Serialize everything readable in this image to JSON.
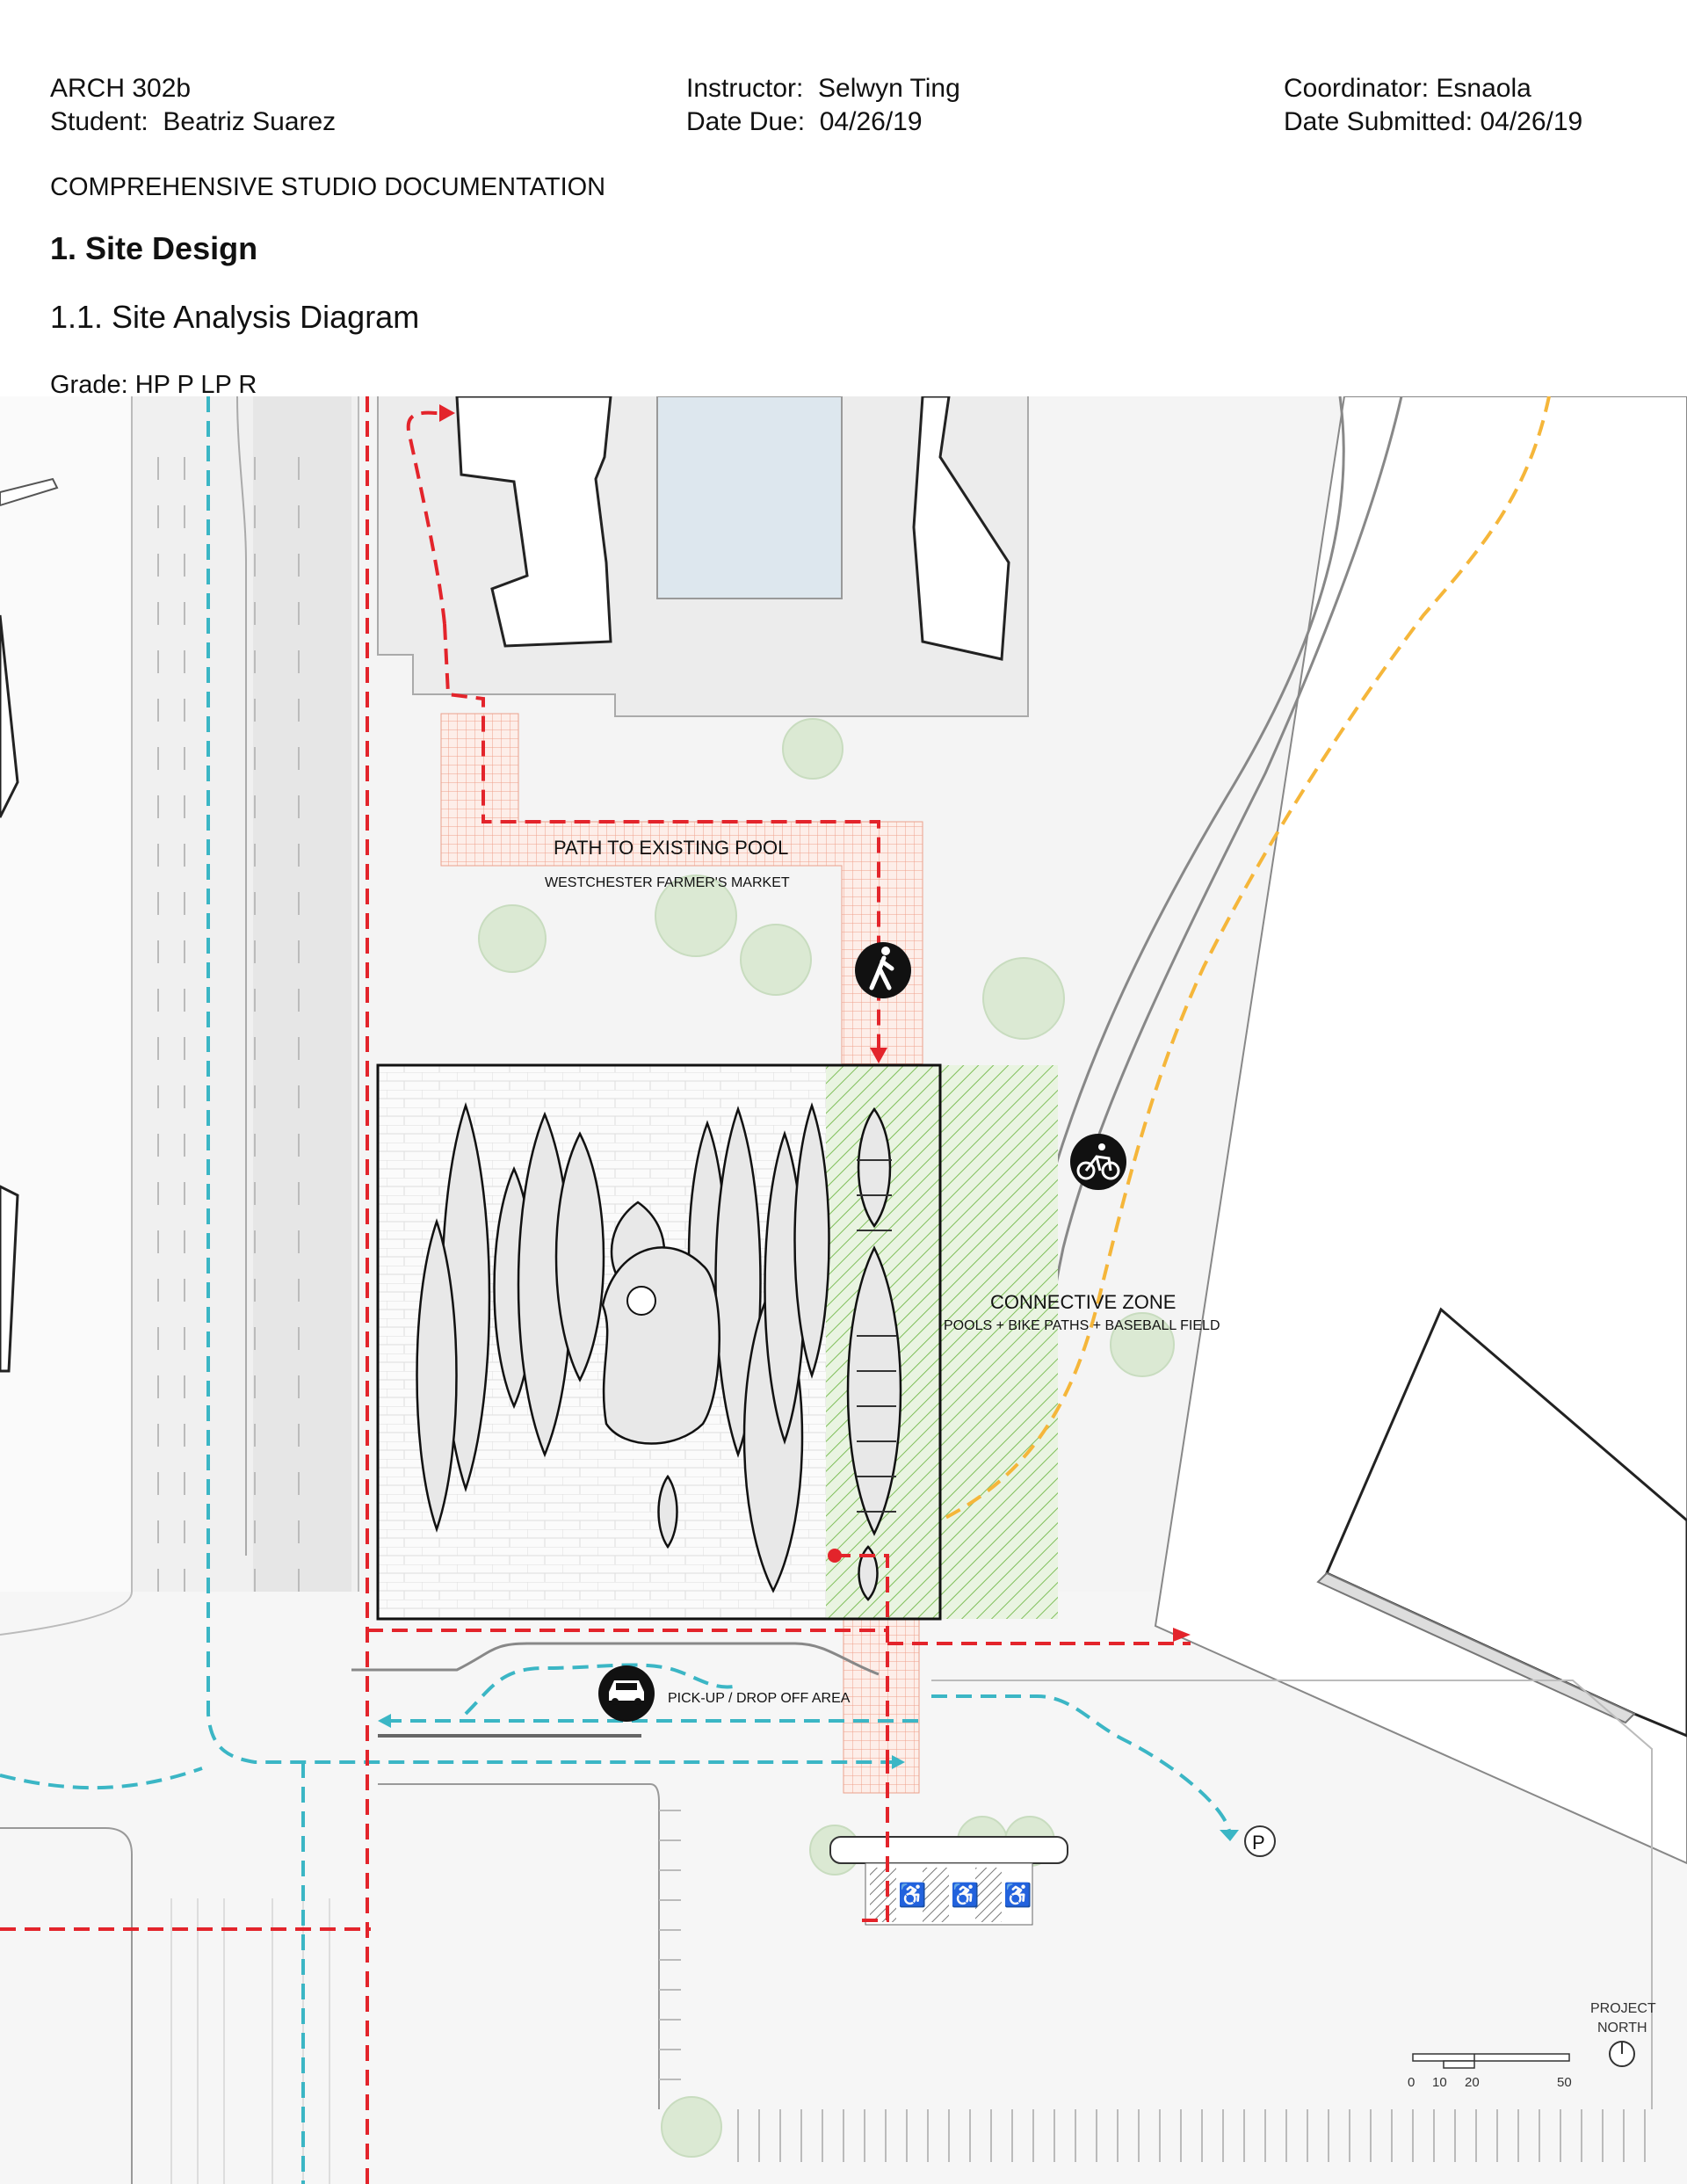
{
  "header": {
    "course": "ARCH 302b",
    "student_line": "Student:  Beatriz Suarez",
    "instructor_line": "Instructor:  Selwyn Ting",
    "date_due_line": "Date Due:  04/26/19",
    "coordinator_line": "Coordinator: Esnaola",
    "date_submitted_line": "Date Submitted: 04/26/19"
  },
  "doc_title": "COMPREHENSIVE STUDIO DOCUMENTATION",
  "section_title": "1. Site Design",
  "subsection_title": "1.1. Site Analysis Diagram",
  "grade_line": "Grade: HP P LP R",
  "diagram": {
    "path_label": "PATH TO EXISTING POOL",
    "market_label": "WESTCHESTER FARMER'S MARKET",
    "connective_title": "CONNECTIVE ZONE",
    "connective_sub": "POOLS + BIKE PATHS + BASEBALL FIELD",
    "pickup_label": "PICK-UP / DROP OFF AREA",
    "north_label_1": "PROJECT",
    "north_label_2": "NORTH",
    "scale_labels": [
      "0",
      "10",
      "20",
      "50"
    ],
    "parking_symbol": "P",
    "colors": {
      "pedestrian": "#e3242b",
      "vehicle": "#3bb6c5",
      "bike": "#f5b63a",
      "connective": "#7fbf5a",
      "path_grid": "#f0a08a"
    },
    "icons": [
      "pedestrian-icon",
      "bicycle-icon",
      "car-icon",
      "parking-icon",
      "accessible-parking-icon",
      "north-arrow-icon"
    ]
  }
}
